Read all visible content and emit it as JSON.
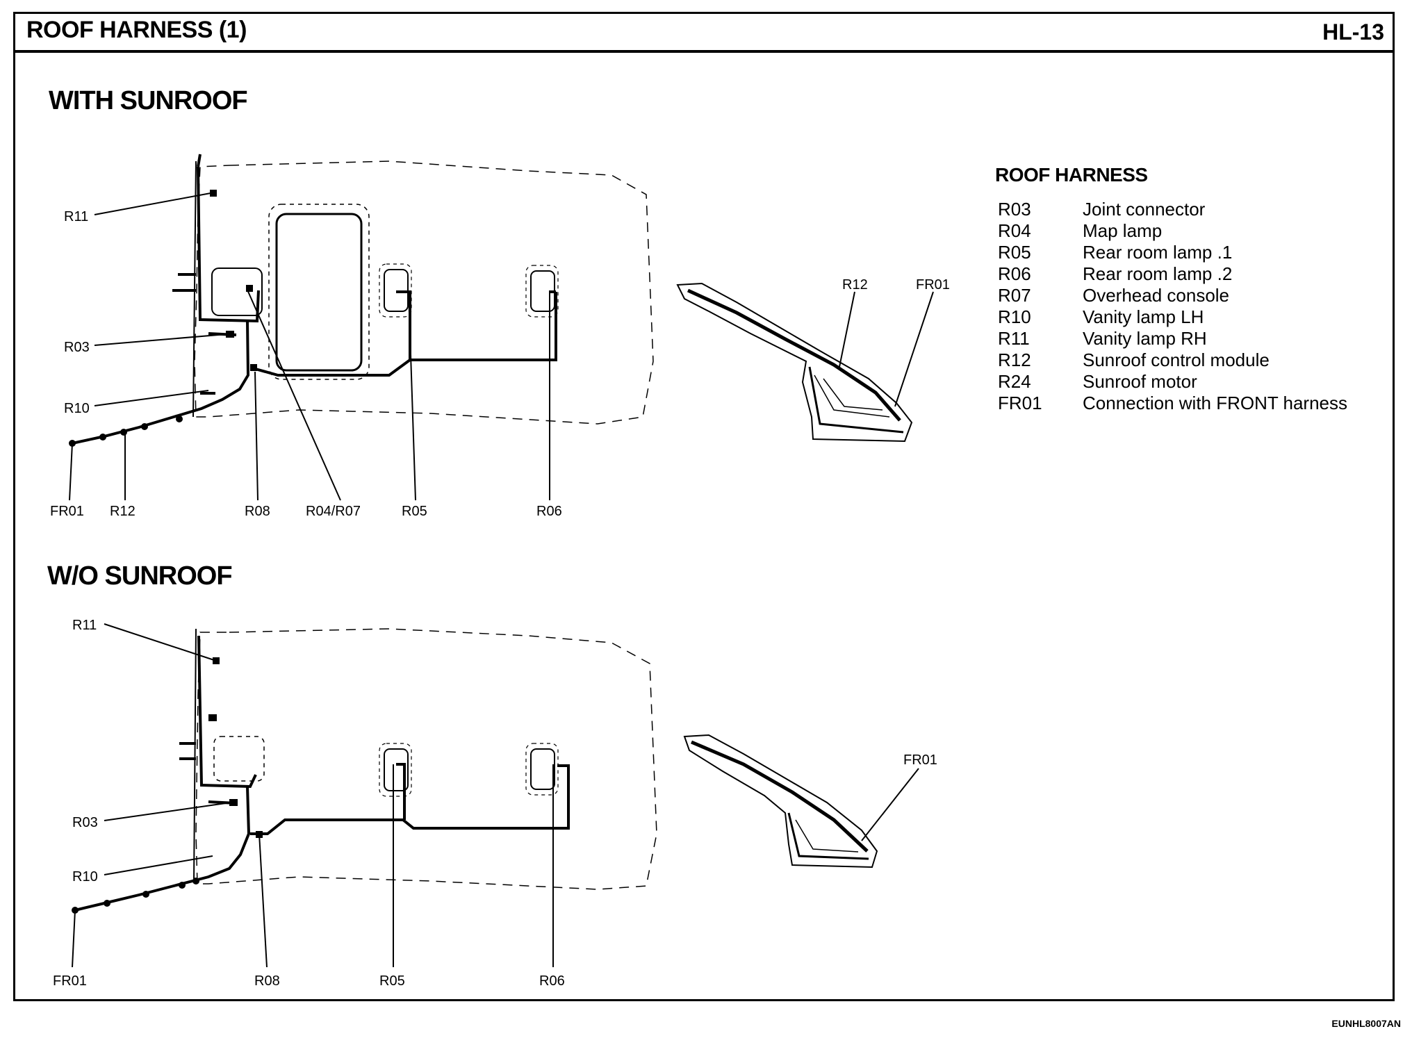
{
  "header": {
    "title": "ROOF HARNESS (1)",
    "page_number": "HL-13"
  },
  "sections": [
    {
      "title": "WITH SUNROOF",
      "labels": {
        "r11": "R11",
        "r03": "R03",
        "r10": "R10",
        "fr01": "FR01",
        "r12": "R12",
        "r08": "R08",
        "r04_r07": "R04/R07",
        "r05": "R05",
        "r06": "R06",
        "side_r12": "R12",
        "side_fr01": "FR01"
      }
    },
    {
      "title": "W/O SUNROOF",
      "labels": {
        "r11": "R11",
        "r03": "R03",
        "r10": "R10",
        "fr01": "FR01",
        "r08": "R08",
        "r05": "R05",
        "r06": "R06",
        "side_fr01": "FR01"
      }
    }
  ],
  "legend": {
    "title": "ROOF HARNESS",
    "items": [
      {
        "code": "R03",
        "description": "Joint connector"
      },
      {
        "code": "R04",
        "description": "Map lamp"
      },
      {
        "code": "R05",
        "description": "Rear room lamp .1"
      },
      {
        "code": "R06",
        "description": "Rear room lamp .2"
      },
      {
        "code": "R07",
        "description": "Overhead console"
      },
      {
        "code": "R10",
        "description": "Vanity lamp LH"
      },
      {
        "code": "R11",
        "description": "Vanity lamp RH"
      },
      {
        "code": "R12",
        "description": "Sunroof control module"
      },
      {
        "code": "R24",
        "description": "Sunroof motor"
      },
      {
        "code": "FR01",
        "description": "Connection with FRONT harness"
      }
    ]
  },
  "footer": {
    "code": "EUNHL8007AN"
  }
}
